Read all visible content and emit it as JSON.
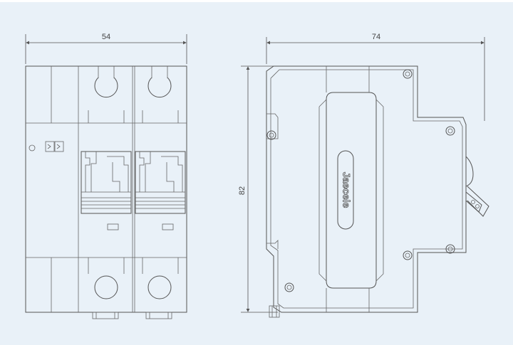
{
  "dimensions": {
    "width_front": "54",
    "width_side": "74",
    "height_side": "82"
  },
  "logo": {
    "text": "Jaecele"
  },
  "colors": {
    "background": "#e9f1f8",
    "line": "#555555"
  }
}
